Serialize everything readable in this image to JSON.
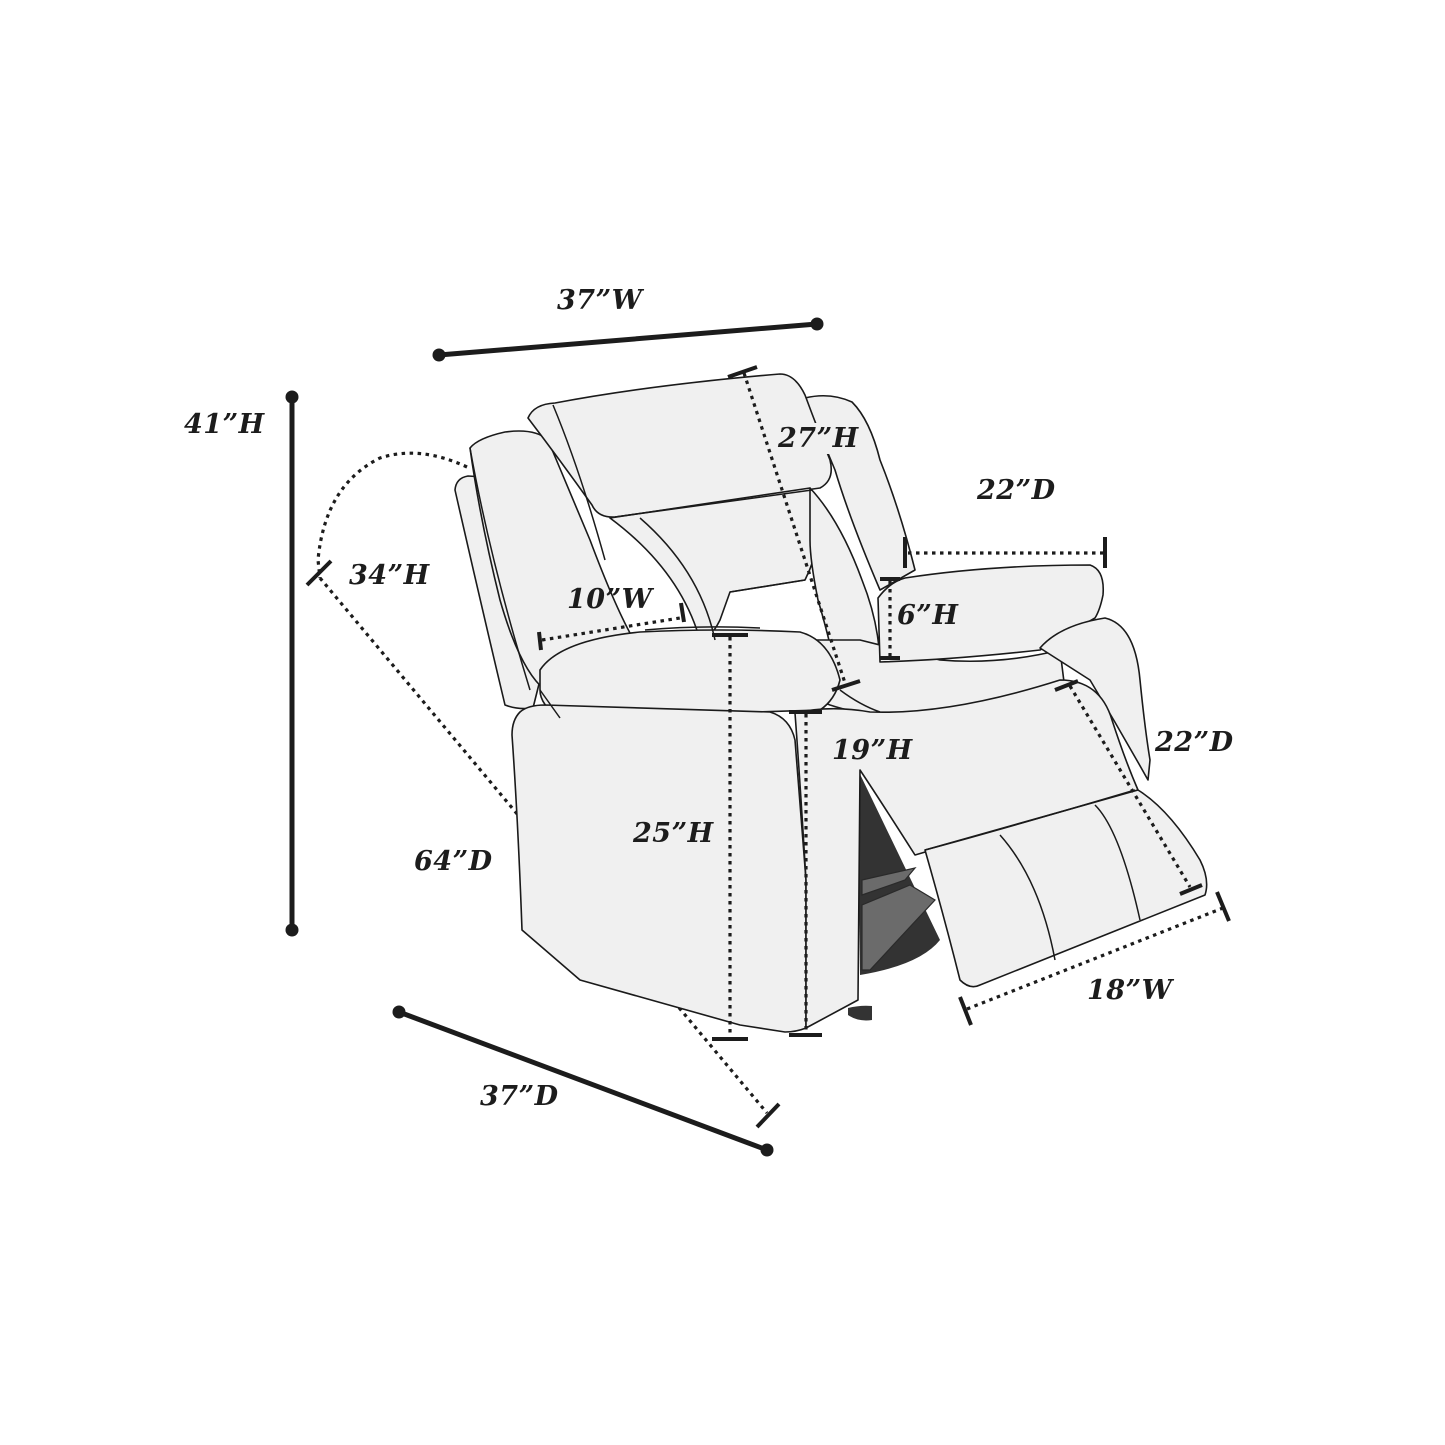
{
  "diagram": {
    "subject": "Recliner chair dimensions",
    "colors": {
      "background": "#ffffff",
      "chair_fill": "#f0f0f0",
      "line": "#1a1a1a",
      "mechanism": "#333333"
    },
    "dimensions": {
      "overall_width": "37”W",
      "overall_height": "41”H",
      "overall_depth": "37”D",
      "reclined_depth": "64”D",
      "back_height_arc": "34”H",
      "backrest_height": "27”H",
      "seat_depth": "22”D",
      "arm_height_above_seat": "6”H",
      "arm_width": "10”W",
      "arm_height": "25”H",
      "seat_height": "19”H",
      "footrest_depth": "22”D",
      "footrest_width": "18”W"
    }
  }
}
